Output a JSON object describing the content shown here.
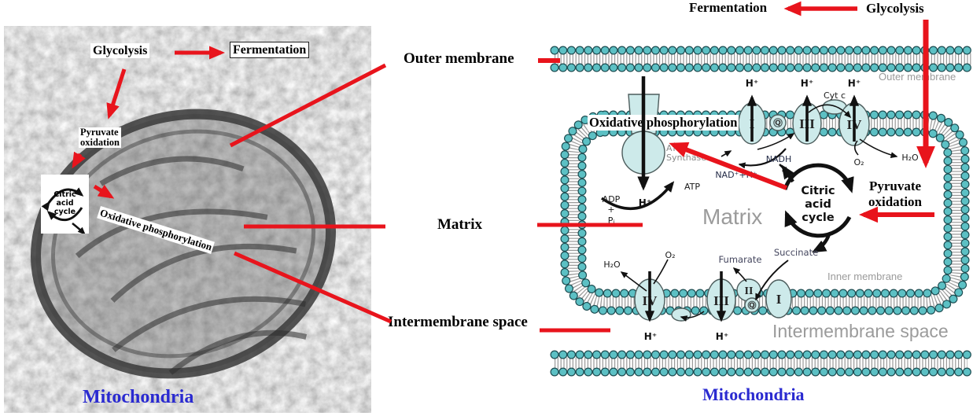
{
  "colors": {
    "red": "#e8141c",
    "teal": "#5cc0c4",
    "complex_fill": "#cdeaea",
    "caption_blue": "#2a2ad0",
    "gray_label": "#9b9b9b"
  },
  "photo": {
    "caption": "Mitochondria",
    "glycolysis": "Glycolysis",
    "fermentation": "Fermentation",
    "pyruvate_line1": "Pyruvate",
    "pyruvate_line2": "oxidation",
    "citric_line1": "Citric",
    "citric_line2": "acid",
    "citric_line3": "cycle",
    "oxidative": "Oxidative phosphorylation"
  },
  "pointer_labels": {
    "outer_membrane": "Outer membrane",
    "matrix": "Matrix",
    "intermembrane": "Intermembrane space"
  },
  "flow_labels": {
    "fermentation": "Fermentation",
    "glycolysis": "Glycolysis",
    "pyruvate_line1": "Pyruvate",
    "pyruvate_line2": "oxidation",
    "oxidative": "Oxidative phosphorylation"
  },
  "diagram": {
    "caption": "Mitochondria",
    "outer_membrane": "Outer membrane",
    "inner_membrane": "Inner membrane",
    "matrix": "Matrix",
    "intermembrane": "Intermembrane space",
    "atp_synthase_line1": "ATP",
    "atp_synthase_line2": "Synthase",
    "complex_I": "I",
    "complex_II": "II",
    "complex_III": "III",
    "complex_IV": "IV",
    "q": "Q",
    "cyt_c": "Cyt c",
    "h_plus": "H⁺",
    "nadh": "NADH",
    "nad_h": "NAD⁺+H⁺",
    "adp": "ADP",
    "plus": "+",
    "pi": "Pᵢ",
    "atp": "ATP",
    "o2": "O₂",
    "h2o": "H₂O",
    "fumarate": "Fumarate",
    "succinate": "Succinate",
    "citric_line1": "Citric",
    "citric_line2": "acid",
    "citric_line3": "cycle"
  }
}
